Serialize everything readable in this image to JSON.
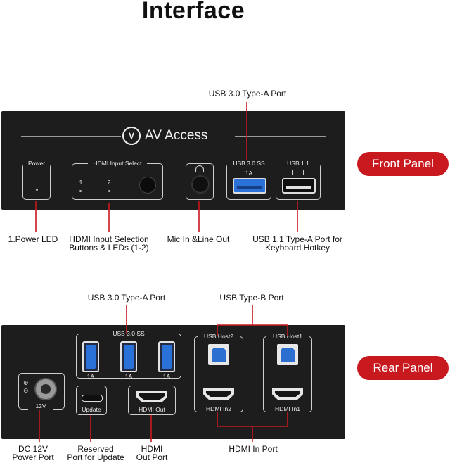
{
  "title": "Interface",
  "front_panel": {
    "badge": "Front Panel",
    "logo_text": "AV Access",
    "top_callout": "USB 3.0 Type-A Port",
    "power_box": "Power",
    "hdmi_select_box": "HDMI Input Select",
    "led_1": "1",
    "led_2": "2",
    "usb30_box": "USB 3.0 SS",
    "usb30_current": "1A",
    "usb11_box": "USB 1.1",
    "labels": {
      "power_led": "1.Power LED",
      "hdmi_select_line1": "HDMI Input Selection",
      "hdmi_select_line2": "Buttons & LEDs (1-2)",
      "mic": "Mic In &Line Out",
      "usb11_line1": "USB 1.1 Type-A Port for",
      "usb11_line2": "Keyboard Hotkey"
    }
  },
  "rear_panel": {
    "badge": "Rear Panel",
    "usb30_callout": "USB 3.0 Type-A Port",
    "usbb_callout": "USB Type-B Port",
    "usb30_box": "USB 3.0 SS",
    "usb_a_current": [
      "1A",
      "1A",
      "1A"
    ],
    "usb_host2": "USB Host2",
    "usb_host1": "USB Host1",
    "dc_box": "12V",
    "update_box": "Update",
    "hdmi_out_box": "HDMI Out",
    "hdmi_in2_box": "HDMI In2",
    "hdmi_in1_box": "HDMI In1",
    "labels": {
      "dc_line1": "DC 12V",
      "dc_line2": "Power Port",
      "update_line1": "Reserved",
      "update_line2": "Port for Update",
      "hdmi_out_line1": "HDMI",
      "hdmi_out_line2": "Out Port",
      "hdmi_in": "HDMI In Port"
    }
  },
  "colors": {
    "accent": "#c8191f",
    "panel": "#1d1d1d",
    "usb3_blue": "#2a72d8"
  }
}
